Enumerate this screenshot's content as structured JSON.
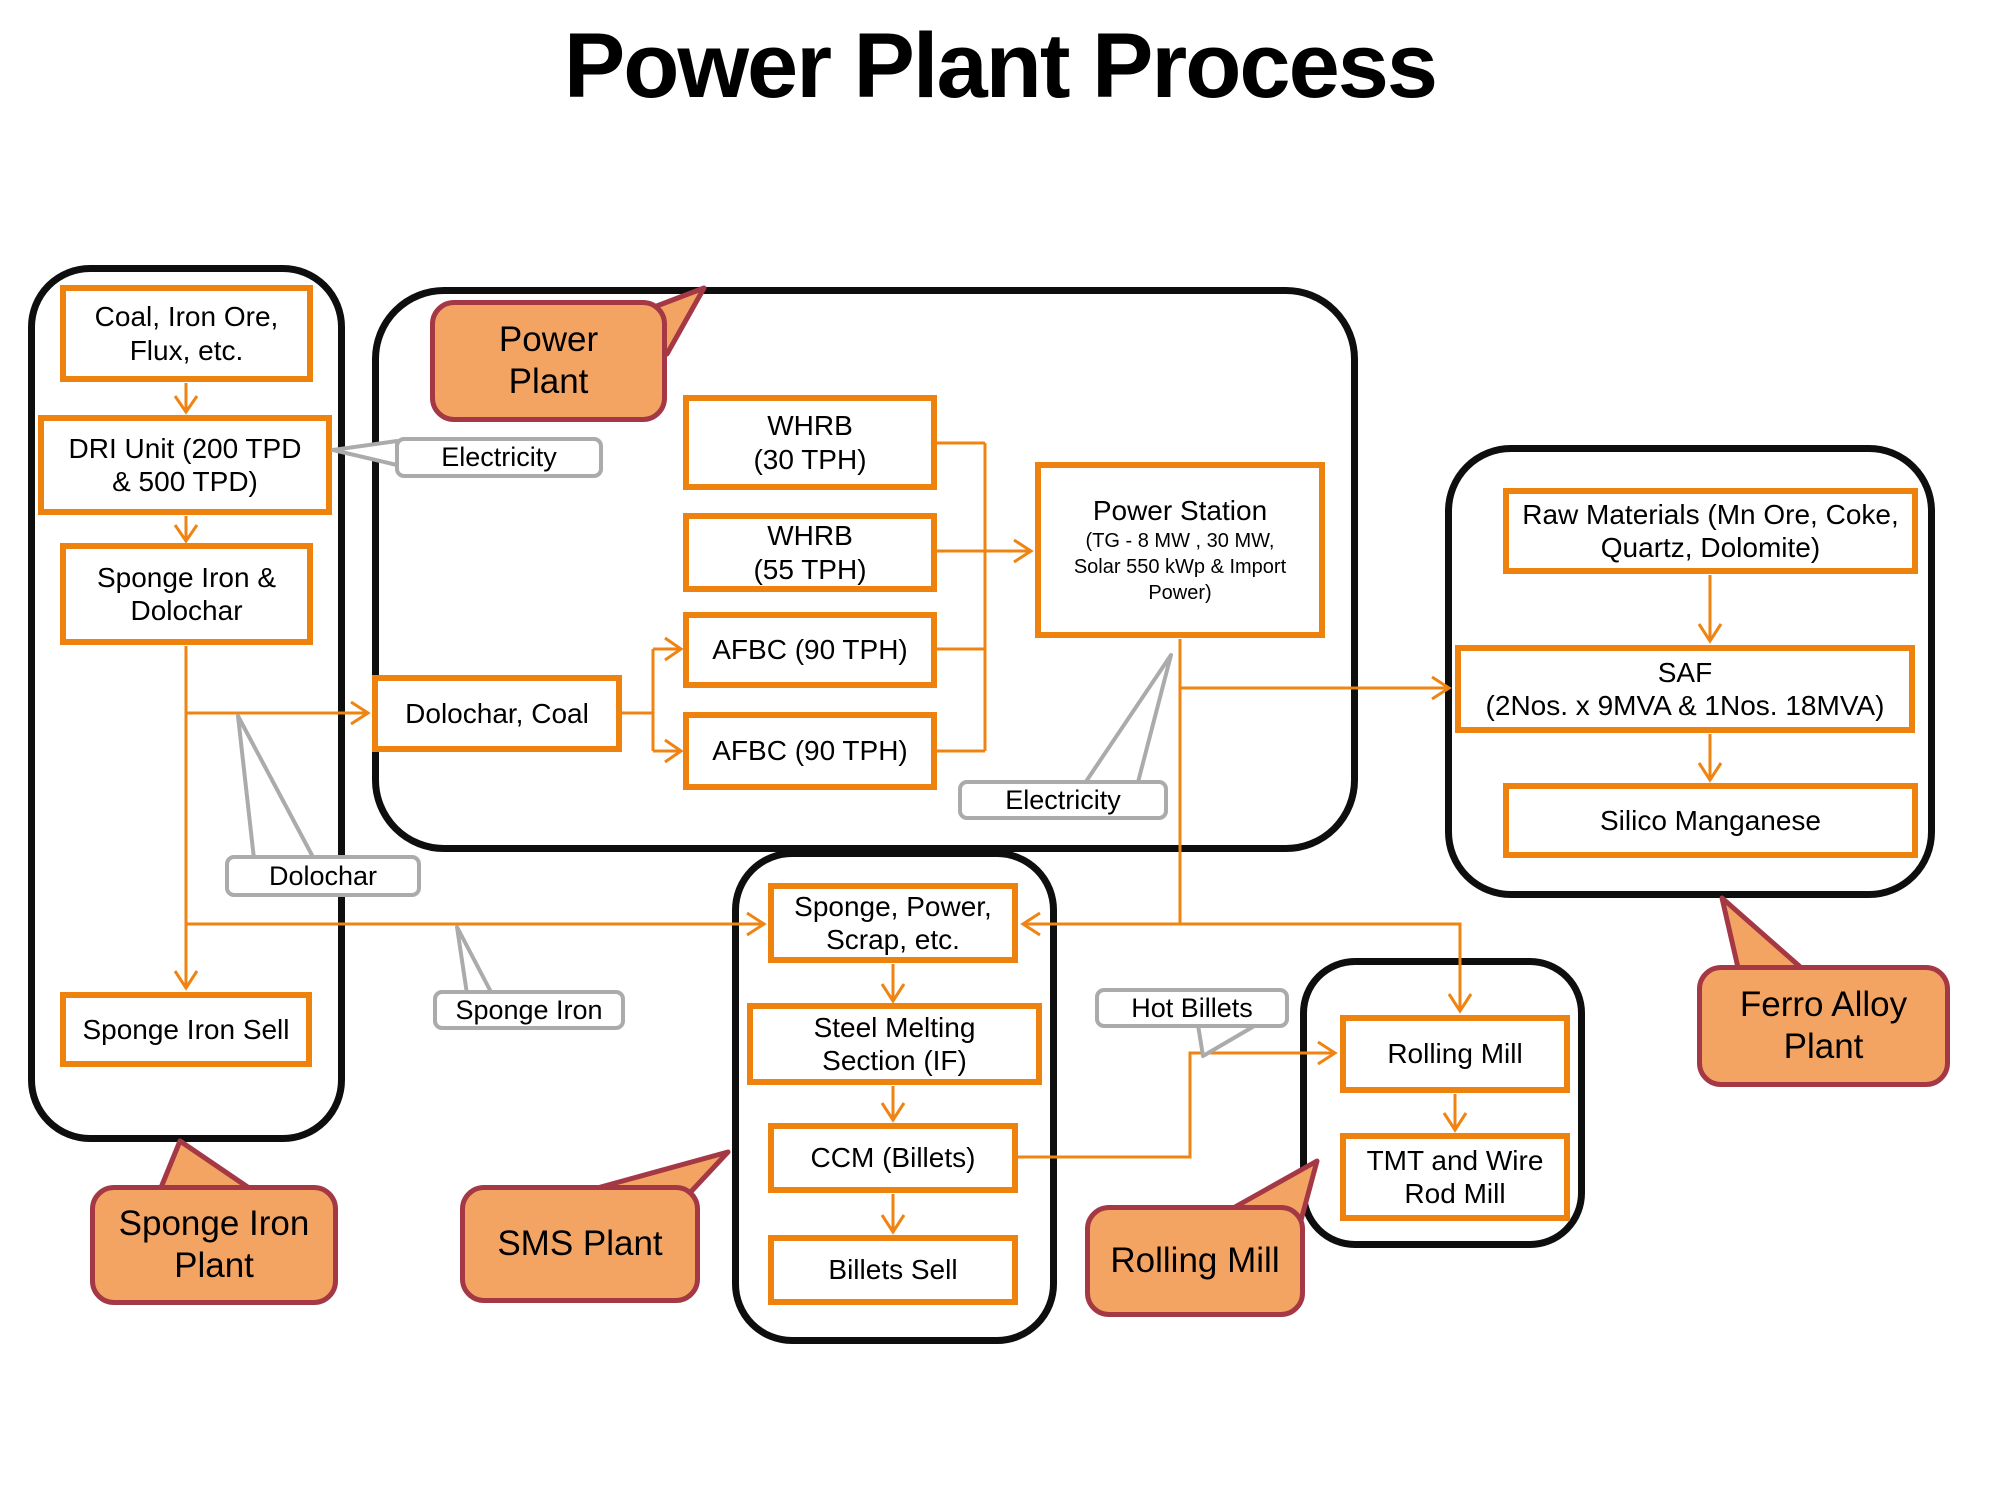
{
  "title": "Power Plant Process",
  "colors": {
    "box_border_orange": "#ee820e",
    "connector_orange": "#ef8412",
    "container_border_black": "#0e0e0e",
    "bubble_fill": "#f3a463",
    "bubble_border": "#a53845",
    "callout_border": "#ababab"
  },
  "plants": {
    "sponge_iron": {
      "bubble_label": "Sponge Iron\nPlant",
      "coal_box": "Coal, Iron Ore,\nFlux, etc.",
      "dri_box": "DRI Unit (200 TPD\n& 500 TPD)",
      "sponge_dolochar_box": "Sponge Iron &\nDolochar",
      "sponge_sell_box": "Sponge Iron Sell"
    },
    "power_plant": {
      "bubble_label": "Power\nPlant",
      "whrb_30_box": "WHRB\n(30 TPH)",
      "whrb_55_box": "WHRB\n(55 TPH)",
      "afbc_1_box": "AFBC (90 TPH)",
      "afbc_2_box": "AFBC (90 TPH)",
      "dolochar_coal_box": "Dolochar, Coal",
      "power_station_title": "Power Station",
      "power_station_detail": "(TG - 8 MW , 30 MW,\nSolar 550 kWp & Import\nPower)"
    },
    "ferro_alloy": {
      "bubble_label": "Ferro Alloy\nPlant",
      "raw_materials_box": "Raw Materials  (Mn Ore, Coke,\nQuartz, Dolomite)",
      "saf_box": "SAF\n(2Nos. x 9MVA & 1Nos. 18MVA)",
      "silico_manganese_box": "Silico Manganese"
    },
    "sms": {
      "bubble_label": "SMS Plant",
      "sponge_power_scrap_box": "Sponge, Power,\nScrap, etc.",
      "steel_melting_box": "Steel Melting\nSection (IF)",
      "ccm_box": "CCM (Billets)",
      "billets_sell_box": "Billets Sell"
    },
    "rolling": {
      "bubble_label": "Rolling Mill",
      "rolling_mill_box": "Rolling Mill",
      "tmt_box": "TMT and Wire\nRod Mill"
    }
  },
  "flow_labels": {
    "electricity_left": "Electricity",
    "electricity_right": "Electricity",
    "dolochar": "Dolochar",
    "sponge_iron": "Sponge Iron",
    "hot_billets": "Hot Billets"
  }
}
